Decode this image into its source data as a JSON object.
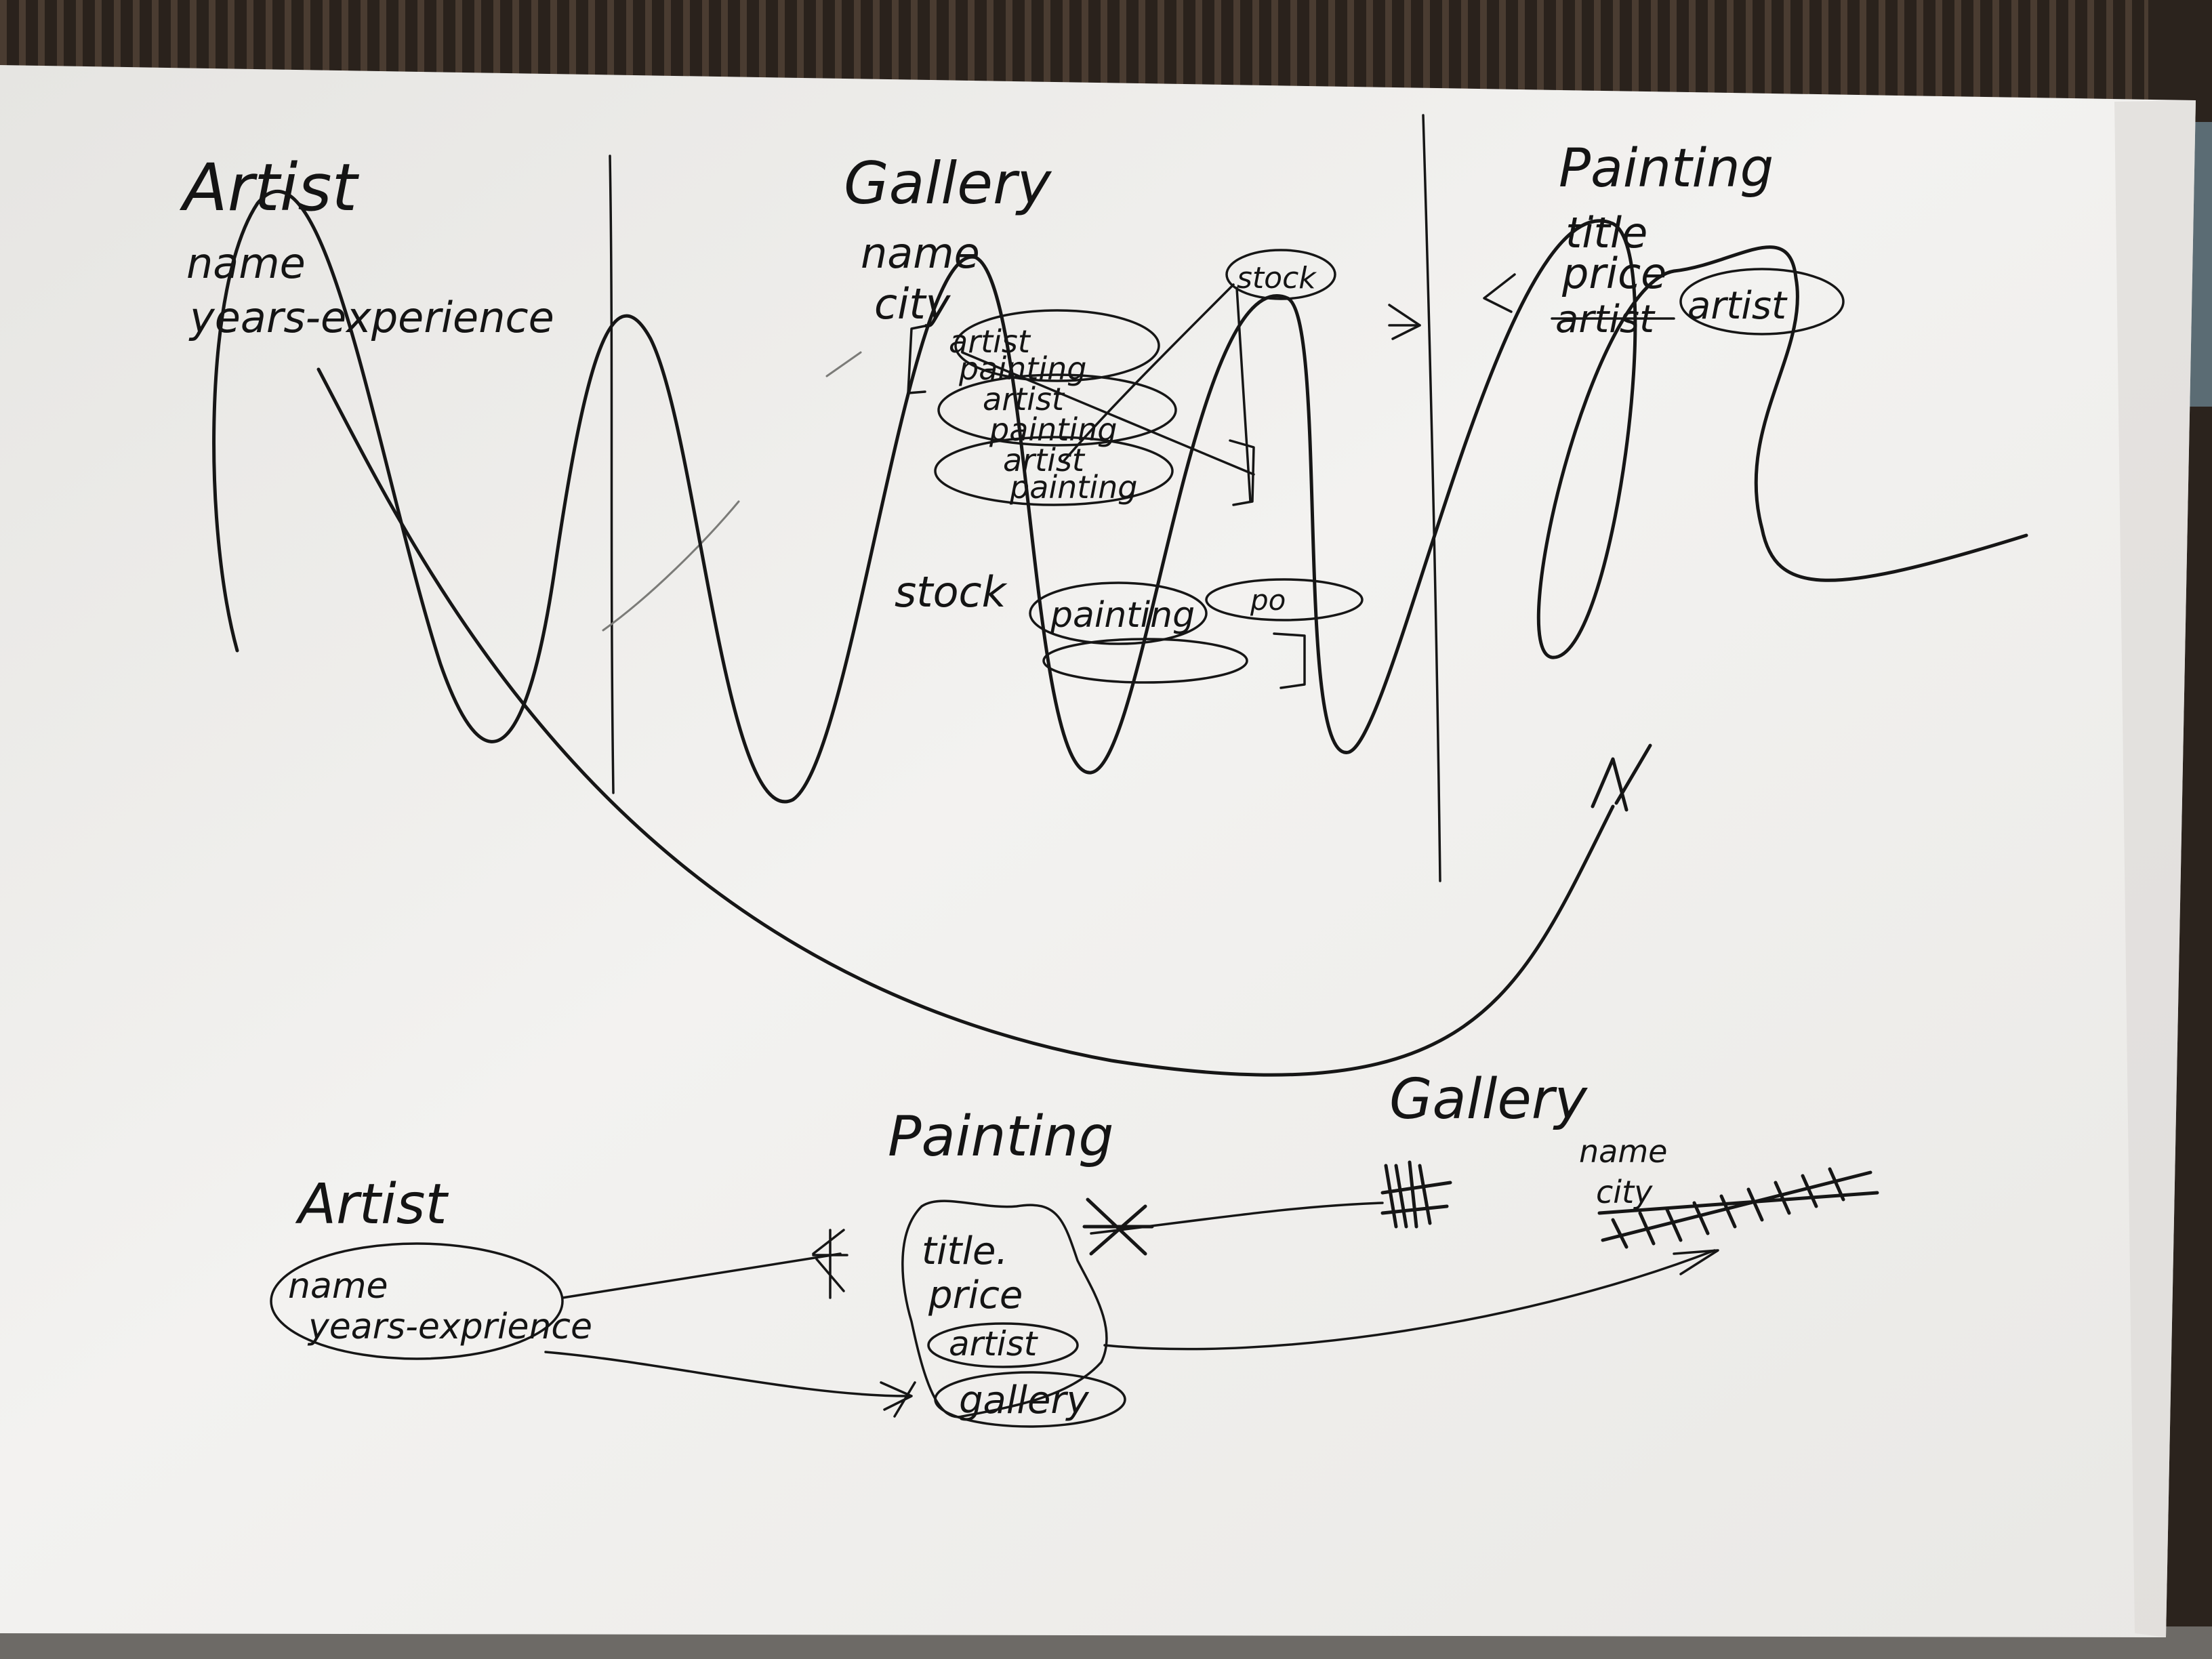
{
  "colors": {
    "paper": "#f1f0ee",
    "paper_shadow": "#d9d8d5",
    "ink": "#161616",
    "background": "#1a1512"
  },
  "top_diagram": {
    "artist": {
      "title": "Artist",
      "fields": [
        "name",
        "years-experience"
      ]
    },
    "gallery": {
      "title": "Gallery",
      "fields": [
        "name",
        "city"
      ],
      "list_items": [
        {
          "artist": "artist",
          "painting": "painting"
        },
        {
          "artist": "artist",
          "painting": "painting"
        },
        {
          "artist": "artist",
          "painting": "painting"
        }
      ],
      "stock_bubble": "stock",
      "stock_label": "stock",
      "stock_painting": "painting",
      "stock_partial": "po"
    },
    "painting": {
      "title": "Painting",
      "fields": [
        "title",
        "price"
      ],
      "crossed": "artist",
      "artist_ref": "artist"
    }
  },
  "bottom_diagram": {
    "artist": {
      "title": "Artist",
      "fields": [
        "name",
        "years-exprience"
      ]
    },
    "painting": {
      "title": "Painting",
      "fields": [
        "title.",
        "price"
      ],
      "refs": [
        "artist",
        "gallery"
      ]
    },
    "gallery": {
      "title": "Gallery",
      "fields": [
        "name",
        "city"
      ]
    }
  }
}
